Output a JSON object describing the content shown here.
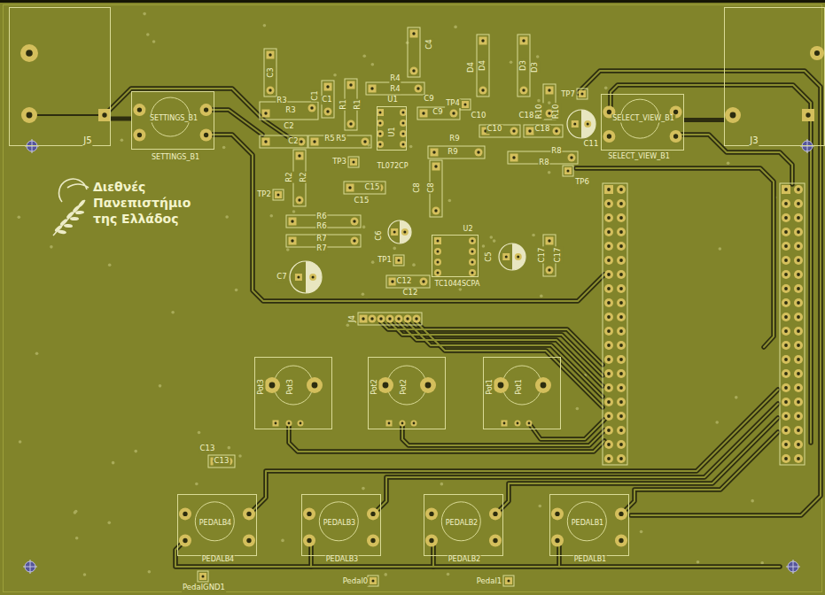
{
  "diagram": {
    "nodes": [
      {
        "text": [
          "J5"
        ]
      },
      {
        "text": [
          "SETTINGS_B1",
          "SETTINGS_B1"
        ]
      },
      {
        "text": [
          "U1",
          "TL072CP"
        ]
      },
      {
        "text": [
          "SELECT_VIEW_B1",
          "SELECT_VIEW_B1"
        ]
      },
      {
        "text": [
          "J3"
        ]
      },
      {
        "text": [
          "U2",
          "TC1044SCPA"
        ]
      },
      {
        "text": [
          "Pot3",
          "Pot3"
        ]
      },
      {
        "text": [
          "Pot2",
          "Pot2"
        ]
      },
      {
        "text": [
          "Pot1",
          "Pot1"
        ]
      },
      {
        "text": [
          "PEDALB4",
          "PEDALB4"
        ]
      },
      {
        "text": [
          "PEDALB3",
          "PEDALB3"
        ]
      },
      {
        "text": [
          "PEDALB2",
          "PEDALB2"
        ]
      },
      {
        "text": [
          "PEDALB1",
          "PEDALB1"
        ]
      }
    ],
    "edges": [
      {
        "from": 0,
        "to": 1,
        "arrow": "none"
      },
      {
        "from": 3,
        "to": 4,
        "arrow": "none"
      }
    ],
    "labels": [
      "C3",
      "C4",
      "D4",
      "D4",
      "D3",
      "D3",
      "R3",
      "R3",
      "C1",
      "C1",
      "R1",
      "R1",
      "R4",
      "R4",
      "U1",
      "C9",
      "C9",
      "TP4",
      "C10",
      "C10",
      "C18",
      "C18",
      "R10",
      "R10",
      "TP7",
      "C11",
      "C2",
      "C2",
      "R5",
      "R5",
      "TP3",
      "R9",
      "R9",
      "R8",
      "R8",
      "TP6",
      "C8",
      "C8",
      "R2",
      "R2",
      "TP2",
      "C15",
      "C15",
      "R6",
      "R6",
      "R7",
      "R7",
      "C7",
      "C6",
      "TP1",
      "C5",
      "C17",
      "C17",
      "C12",
      "C12",
      "J4",
      "C13",
      "C13",
      "PedalGND1",
      "Pedal0",
      "Pedal1",
      "Διεθνές Πανεπιστήμιο της Ελλάδος"
    ]
  }
}
